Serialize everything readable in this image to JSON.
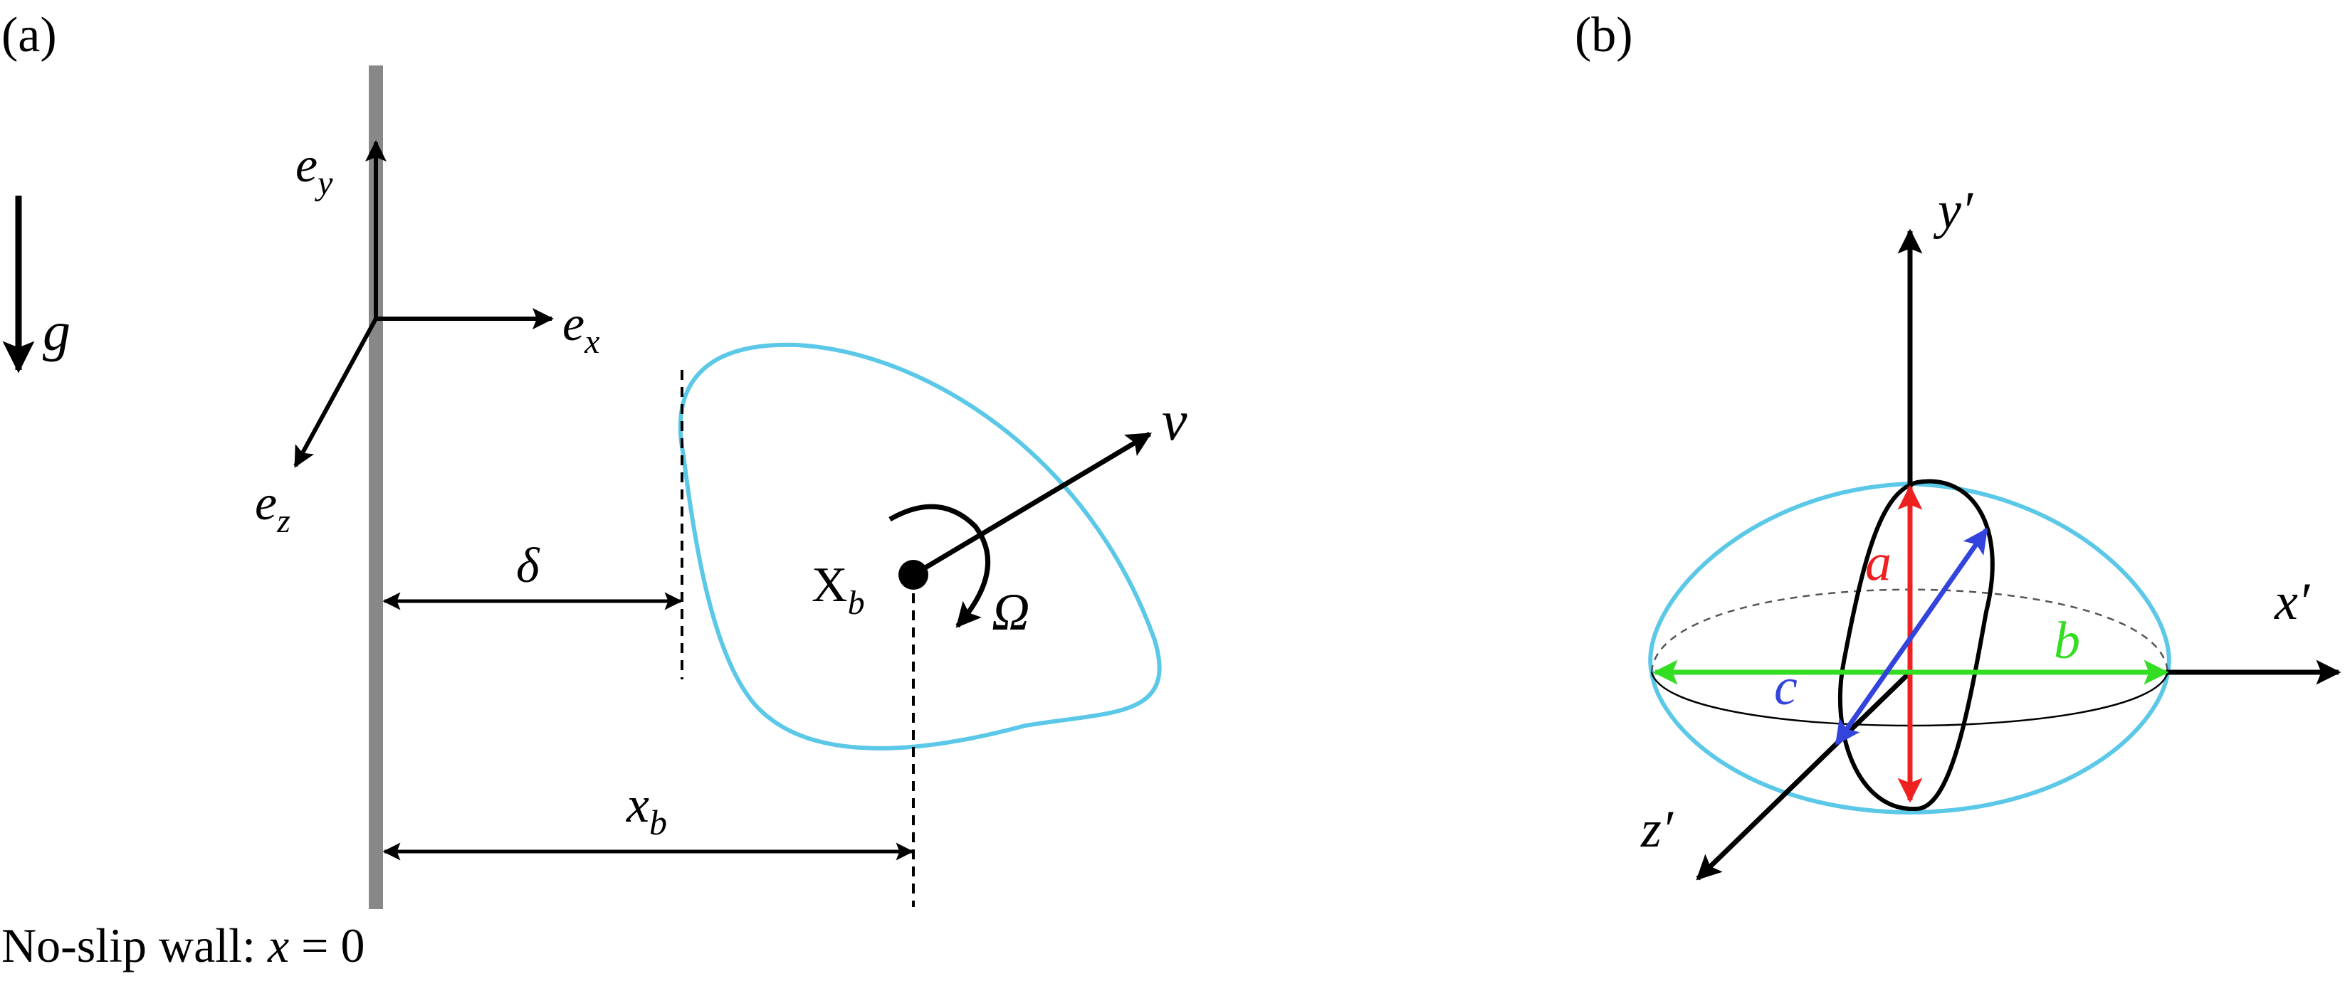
{
  "panel_a": {
    "panel_label": "(a)",
    "gravity": {
      "symbol": "g"
    },
    "axes": {
      "ey": {
        "base": "e",
        "sub": "y"
      },
      "ex": {
        "base": "e",
        "sub": "x"
      },
      "ez": {
        "base": "e",
        "sub": "z"
      }
    },
    "velocity": "v",
    "rotation": "Ω",
    "centroid": {
      "base": "X",
      "sub": "b"
    },
    "gap": "δ",
    "distance": {
      "base": "x",
      "sub": "b"
    },
    "wall_caption": {
      "prefix": "No-slip wall: ",
      "var": "x",
      "suffix": " = 0"
    },
    "colors": {
      "wall": "#888888",
      "particle": "#5bc8e8"
    }
  },
  "panel_b": {
    "panel_label": "(b)",
    "axes": {
      "x": "x′",
      "y": "y′",
      "z": "z′"
    },
    "semi_axes": [
      {
        "name": "a",
        "color": "#ee2020"
      },
      {
        "name": "b",
        "color": "#33dd22"
      },
      {
        "name": "c",
        "color": "#3344dd"
      }
    ],
    "colors": {
      "outline": "#5bc8e8"
    }
  }
}
